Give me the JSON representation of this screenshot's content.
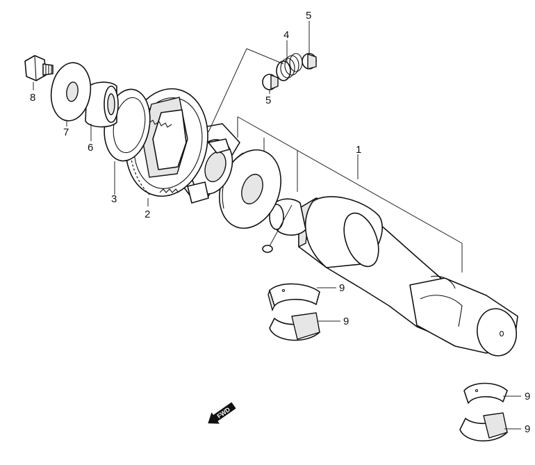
{
  "callouts": [
    {
      "id": "label-1",
      "text": "1"
    },
    {
      "id": "label-2",
      "text": "2"
    },
    {
      "id": "label-3",
      "text": "3"
    },
    {
      "id": "label-4",
      "text": "4"
    },
    {
      "id": "label-5-top",
      "text": "5"
    },
    {
      "id": "label-5-bottom",
      "text": "5"
    },
    {
      "id": "label-6",
      "text": "6"
    },
    {
      "id": "label-7",
      "text": "7"
    },
    {
      "id": "label-8",
      "text": "8"
    },
    {
      "id": "label-9-a",
      "text": "9"
    },
    {
      "id": "label-9-b",
      "text": "9"
    },
    {
      "id": "label-9-c",
      "text": "9"
    },
    {
      "id": "label-9-d",
      "text": "9"
    }
  ],
  "direction_marker": {
    "text": "FWD",
    "icon": "forward-arrow-icon"
  },
  "colors": {
    "line": "#111111",
    "shade": "#e6e6e6",
    "background": "#ffffff"
  }
}
